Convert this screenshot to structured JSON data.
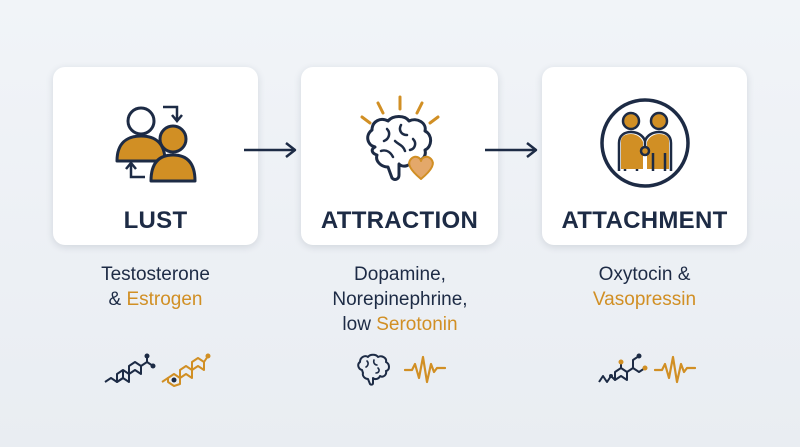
{
  "colors": {
    "navy": "#1d2b45",
    "gold": "#d18f24",
    "card": "#ffffff"
  },
  "stages": [
    {
      "title": "LUST",
      "icon": "people-swap-icon",
      "hormones": [
        {
          "plain": "Testosterone",
          "accent": ""
        },
        {
          "plain": "& ",
          "accent": "Estrogen"
        }
      ],
      "mini_icons": [
        "testosterone-molecule-icon",
        "estrogen-molecule-icon"
      ]
    },
    {
      "title": "ATTRACTION",
      "icon": "brain-heart-icon",
      "hormones": [
        {
          "plain": "Dopamine,",
          "accent": ""
        },
        {
          "plain": "Norepinephrine,",
          "accent": ""
        },
        {
          "plain": "low ",
          "accent": "Serotonin"
        }
      ],
      "mini_icons": [
        "brain-icon",
        "signal-wave-icon"
      ]
    },
    {
      "title": "ATTACHMENT",
      "icon": "holding-hands-icon",
      "hormones": [
        {
          "plain": "Oxytocin &",
          "accent": ""
        },
        {
          "plain": "",
          "accent": "Vasopressin"
        }
      ],
      "mini_icons": [
        "oxytocin-molecule-icon",
        "signal-wave-icon"
      ]
    }
  ],
  "connectors": [
    "arrow-right-icon",
    "arrow-right-icon"
  ]
}
